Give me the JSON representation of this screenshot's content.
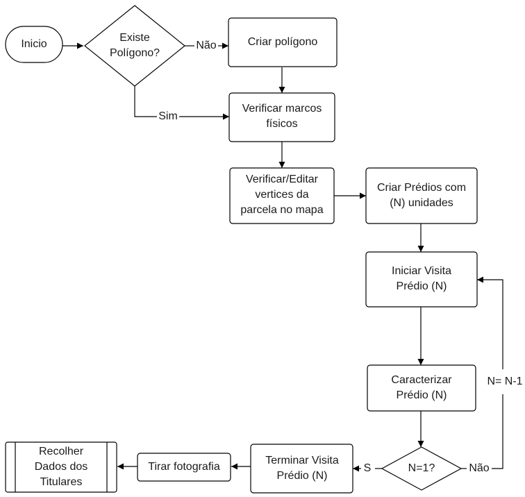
{
  "nodes": {
    "inicio": {
      "lines": [
        "Inicio"
      ]
    },
    "existe": {
      "lines": [
        "Existe",
        "Polígono?"
      ]
    },
    "criar_poligono": {
      "lines": [
        "Criar polígono"
      ]
    },
    "verificar_marcos": {
      "lines": [
        "Verificar  marcos",
        "físicos"
      ]
    },
    "verificar_editar": {
      "lines": [
        "Verificar/Editar",
        "vertices  da",
        "parcela no mapa"
      ]
    },
    "criar_predios": {
      "lines": [
        "Criar Prédios com",
        "(N) unidades"
      ]
    },
    "iniciar_visita": {
      "lines": [
        "Iniciar Visita",
        "Prédio (N)"
      ]
    },
    "caracterizar": {
      "lines": [
        "Caracterizar",
        "Prédio (N)"
      ]
    },
    "n_igual_1": {
      "lines": [
        "N=1?"
      ]
    },
    "terminar_visita": {
      "lines": [
        "Terminar Visita",
        "Prédio (N)"
      ]
    },
    "tirar_fotografia": {
      "lines": [
        "Tirar fotografia"
      ]
    },
    "recolher": {
      "lines": [
        "Recolher",
        "Dados dos",
        "Titulares"
      ]
    }
  },
  "edge_labels": {
    "nao_top": "Não",
    "sim": "Sim",
    "s": "S",
    "nao_bottom": "Não",
    "n_minus_1": "N= N-1"
  }
}
